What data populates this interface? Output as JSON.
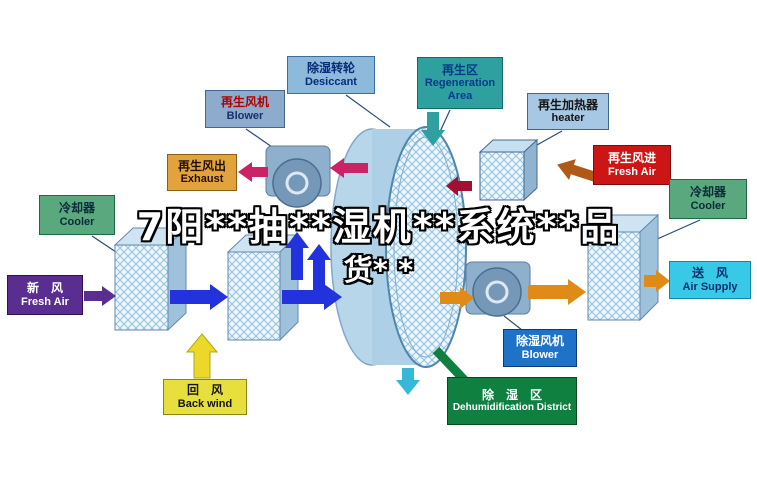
{
  "watermark": {
    "line1": "7阳**抽**湿机**系统**品",
    "line2": "货* *"
  },
  "labels": {
    "desiccant": {
      "zh": "除湿转轮",
      "en": "Desiccant"
    },
    "regeneration": {
      "zh": "再生区",
      "en": "Regeneration Area"
    },
    "regen_blower": {
      "zh": "再生风机",
      "en": "Blower"
    },
    "regen_heater": {
      "zh": "再生加热器",
      "en": "heater"
    },
    "exhaust": {
      "zh": "再生风出",
      "en": "Exhaust"
    },
    "regen_fresh": {
      "zh": "再生风进",
      "en": "Fresh Air"
    },
    "cooler_left": {
      "zh": "冷却器",
      "en": "Cooler"
    },
    "cooler_right": {
      "zh": "冷却器",
      "en": "Cooler"
    },
    "fresh_air": {
      "zh": "新　风",
      "en": "Fresh Air"
    },
    "air_supply": {
      "zh": "送　风",
      "en": "Air Supply"
    },
    "back_wind": {
      "zh": "回　风",
      "en": "Back wind"
    },
    "dehum_blower": {
      "zh": "除湿风机",
      "en": "Blower"
    },
    "dehum_district": {
      "zh": "除　湿　区",
      "en": "Dehumidification District"
    }
  },
  "colors": {
    "process_air_blue": "#2233dd",
    "fresh_air_purple": "#5a2d91",
    "return_air_yellow": "#ecd828",
    "regen_air_red": "#cc2266",
    "regen_inlet_dark_red": "#a01030",
    "heated_air_orange": "#e08a18",
    "regen_zone_teal": "#2fa0a0",
    "supply_air_cyan": "#38b8d8",
    "dehum_zone_green": "#0f8040"
  }
}
